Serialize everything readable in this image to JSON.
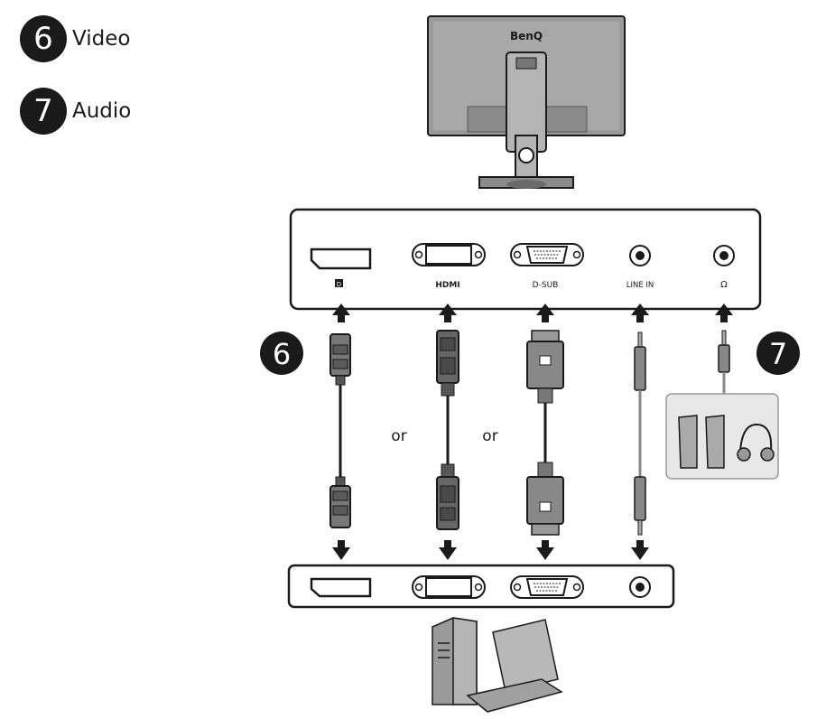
{
  "legend": {
    "items": [
      {
        "number": "6",
        "label": "Video"
      },
      {
        "number": "7",
        "label": "Audio"
      }
    ]
  },
  "monitor": {
    "brand": "BenQ"
  },
  "port_labels": {
    "dp": "D",
    "hdmi": "HDMI",
    "dsub": "D-SUB",
    "line_in": "LINE IN",
    "headphone": "Ω"
  },
  "callouts": {
    "video": "6",
    "audio": "7"
  },
  "separators": [
    "or",
    "or"
  ]
}
